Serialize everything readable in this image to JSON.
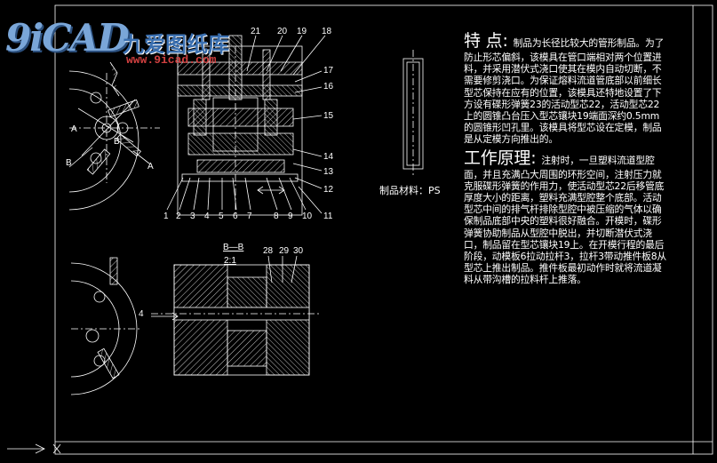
{
  "logo": {
    "mark": "9iCAD",
    "name_cn": "九爱图纸库",
    "url": "www.9icad.com"
  },
  "features": {
    "heading": "特 点:",
    "body": "制品为长径比较大的管形制品。为了防止形芯偏斜，该模具在管口端相对两个位置进料，并采用潜伏式浇口使其在模内自动切断，不需要修剪浇口。为保证熔料流道管底部以前细长型芯保持在应有的位置，该模具还特地设置了下方设有碟形弹簧23的活动型芯22，活动型芯22上的圆锥凸台压入型芯镶块19端面深约0.5mm的圆锥形凹孔里。该模具将型芯设在定模，制品是从定模方向推出的。"
  },
  "principle": {
    "heading": "工作原理:",
    "body": "注射时，一旦塑料流道型腔面，并且充满凸大周围的环形空间，注射压力就克服碟形弹簧的作用力，使活动型芯22后移管底厚度大小的距离，塑料充满型腔整个底部。活动型芯中间的排气杆排除型腔中被压缩的气体以确保制品底部中央的塑料很好融合。开模时，碟形弹簧协助制品从型腔中脱出，并切断潜伏式浇口，制品留在型芯镶块19上。在开模行程的最后阶段，动模板6拉动拉杆3，拉杆3带动推件板8从型芯上推出制品。推件板最初动作时就将流道凝料从带沟槽的拉料杆上推落。"
  },
  "material_label": "制品材料：PS",
  "section_view": {
    "name": "B—B",
    "scale": "2:1"
  },
  "part_numbers_top": [
    "21",
    "20",
    "19",
    "18"
  ],
  "part_numbers_right": [
    "17",
    "16",
    "15",
    "14",
    "13",
    "12",
    "11"
  ],
  "part_numbers_bottom": [
    "1",
    "2",
    "3",
    "4",
    "5",
    "6",
    "7",
    "8",
    "9",
    "10"
  ],
  "part_numbers_section": [
    "28",
    "29",
    "30"
  ],
  "part_number_4": "4",
  "view_letters": [
    "A",
    "A",
    "B",
    "B"
  ],
  "colors": {
    "background": "#000000",
    "lines": "#ffffff",
    "logo_blue": "#3a6fb0",
    "logo_url": "#d04040"
  }
}
